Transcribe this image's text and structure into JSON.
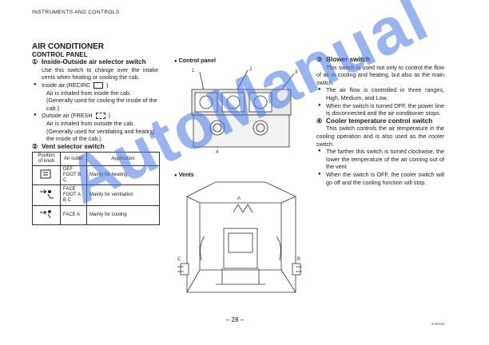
{
  "header": "INSTRUMENTS AND CONTROLS",
  "left": {
    "title": "AIR CONDITIONER",
    "subtitle": "CONTROL PANEL",
    "item1_num": "①",
    "item1_title": "Inside-Outside air selector switch",
    "item1_text": "Use this switch to change over the intake vents when heating or cooling the cab.",
    "inside_label": "Inside air (RECIRC",
    "inside_text": "Air is inhaled from inside the cab. (Generally used for cooling the inside of the cab.)",
    "outside_label": "Outside air (FRESH",
    "outside_text": "Air is inhaled from outside the cab.",
    "outside_note": "(Generally used for ventilating and heating the inside of the cab.)",
    "item2_num": "②",
    "item2_title": "Vent selector switch",
    "table": {
      "headers": [
        "Position of knob",
        "Air outlet",
        "Application"
      ],
      "rows": [
        {
          "outlet": "DEF FOOT B C",
          "application": "Mainly for heating"
        },
        {
          "outlet": "FACE FOOT A B C",
          "application": "Mainly for ventilation"
        },
        {
          "outlet": "FACE A",
          "application": "Mainly for cooling"
        }
      ]
    }
  },
  "middle": {
    "control_panel": "Control panel",
    "callouts": [
      "1",
      "2",
      "3",
      "4"
    ],
    "vents": "Vents",
    "vent_letters": [
      "A",
      "B",
      "C"
    ]
  },
  "right": {
    "item3_num": "③",
    "item3_title": "Blower switch",
    "item3_text": "This switch is used not only to control the flow of air in cooling and heating, but also as the main switch.",
    "item3_b1": "The air flow is controlled in three ranges, High, Medium, and Low.",
    "item3_b2": "When the switch is turned OFF, the power line is disconnected and the air conditioner stops.",
    "item4_num": "④",
    "item4_title": "Cooler temperature control switch",
    "item4_text": "This switch controls the air temperature in the cooling operation and is also used as the cooler switch.",
    "item4_b1": "The farther this switch is turned clockwise, the lower the temperature of the air coming out of the vent.",
    "item4_b2": "When the switch is OFF, the cooler switch will go off and the cooling function will stop."
  },
  "page_number": "– 28 –",
  "code": "3-90153",
  "watermark": "AutoManual"
}
